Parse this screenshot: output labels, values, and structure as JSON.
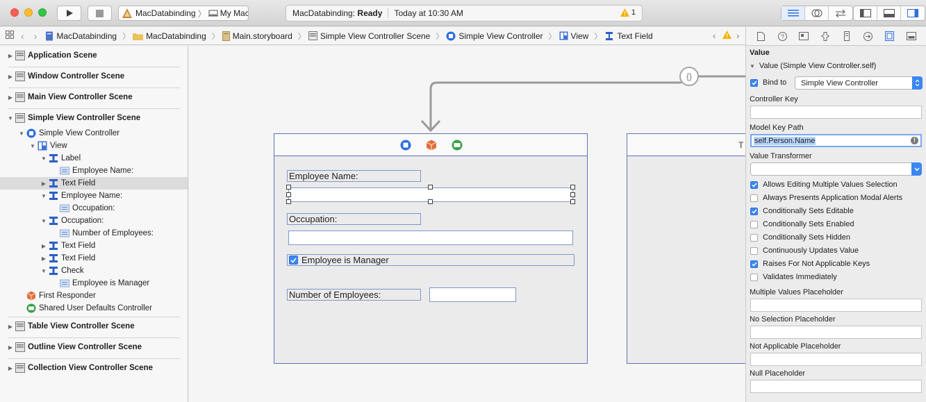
{
  "toolbar": {
    "scheme_target": "MacDatabinding",
    "scheme_device": "My Mac",
    "activity_app": "MacDatabinding:",
    "activity_status": "Ready",
    "activity_time": "Today at 10:30 AM",
    "warning_count": "1"
  },
  "jumpbar": {
    "crumbs": [
      "MacDatabinding",
      "MacDatabinding",
      "Main.storyboard",
      "Simple View Controller Scene",
      "Simple View Controller",
      "View",
      "Text Field"
    ]
  },
  "navigator": {
    "items": [
      "Application Scene",
      "Window Controller Scene",
      "Main View Controller Scene",
      "Simple View Controller Scene",
      "Simple View Controller",
      "View",
      "Label",
      "Employee Name:",
      "Text Field",
      "Employee Name:",
      "Occupation:",
      "Occupation:",
      "Number of Employees:",
      "Text Field",
      "Text Field",
      "Check",
      "Employee is Manager",
      "First Responder",
      "Shared User Defaults Controller",
      "Table View Controller Scene",
      "Outline View Controller Scene",
      "Collection View Controller Scene"
    ]
  },
  "canvas": {
    "employee_name_label": "Employee Name:",
    "occupation_label": "Occupation:",
    "manager_checkbox_label": "Employee is Manager",
    "num_employees_label": "Number of Employees:",
    "binding_symbol": "{}",
    "second_scene_initial": "T"
  },
  "inspector": {
    "section_title": "Value",
    "binding_title": "Value (Simple View Controller.self)",
    "bind_to_label": "Bind to",
    "bind_to_value": "Simple View Controller",
    "controller_key_label": "Controller Key",
    "controller_key_value": "",
    "model_key_path_label": "Model Key Path",
    "model_key_path_value": "self.Person.Name",
    "value_transformer_label": "Value Transformer",
    "value_transformer_value": "",
    "options": [
      {
        "label": "Allows Editing Multiple Values Selection",
        "checked": true
      },
      {
        "label": "Always Presents Application Modal Alerts",
        "checked": false
      },
      {
        "label": "Conditionally Sets Editable",
        "checked": true
      },
      {
        "label": "Conditionally Sets Enabled",
        "checked": false
      },
      {
        "label": "Conditionally Sets Hidden",
        "checked": false
      },
      {
        "label": "Continuously Updates Value",
        "checked": false
      },
      {
        "label": "Raises For Not Applicable Keys",
        "checked": true
      },
      {
        "label": "Validates Immediately",
        "checked": false
      }
    ],
    "multiple_values_placeholder_label": "Multiple Values Placeholder",
    "no_selection_placeholder_label": "No Selection Placeholder",
    "not_applicable_placeholder_label": "Not Applicable Placeholder",
    "null_placeholder_label": "Null Placeholder"
  },
  "colors": {
    "accent": "#3b86f1",
    "selection_border": "#5a77b5",
    "warning": "#f0b400"
  }
}
